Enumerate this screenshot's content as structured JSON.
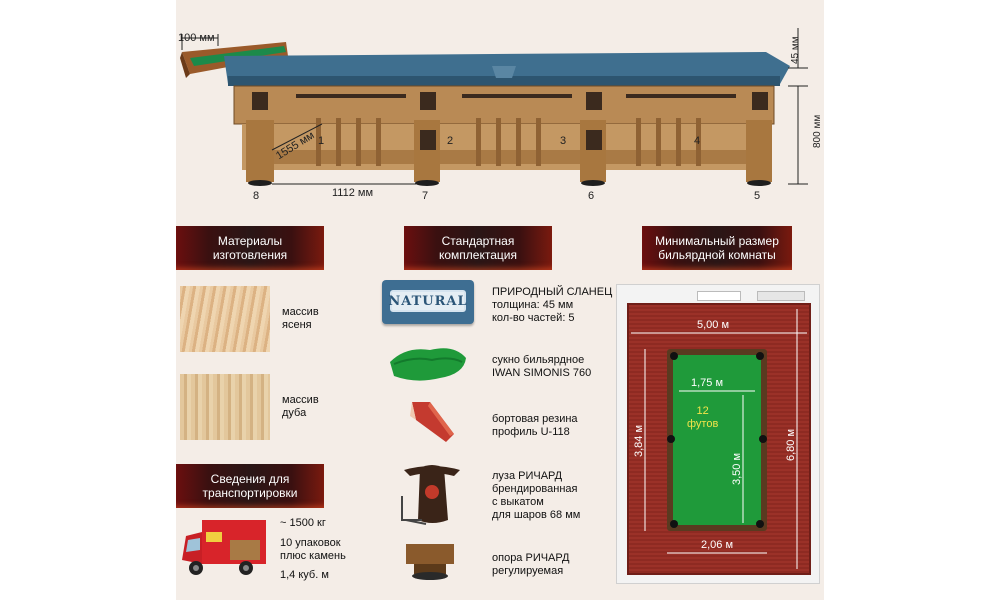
{
  "table": {
    "cushion_width": "100 мм",
    "slate_thickness": "45 мм",
    "height": "800 мм",
    "depth_dim": "1555 мм",
    "span_dim": "1112 мм",
    "legs_top": [
      "1",
      "2",
      "3",
      "4"
    ],
    "legs_bottom": [
      "8",
      "7",
      "6",
      "5"
    ]
  },
  "materials": {
    "title": "Материалы\nизготовления",
    "items": [
      {
        "label": "массив\nясеня"
      },
      {
        "label": "массив\nдуба"
      }
    ]
  },
  "transport": {
    "title": "Сведения для\nтранспортировки",
    "weight": "~ 1500 кг",
    "packages": "10 упаковок\nплюс камень",
    "volume": "1,4 куб. м"
  },
  "kit": {
    "title": "Стандартная\nкомплектация",
    "natural_badge": "NATURAL",
    "items": [
      {
        "text": "ПРИРОДНЫЙ СЛАНЕЦ\nтолщина: 45 мм\nкол-во частей: 5"
      },
      {
        "text": "сукно бильярдное\nIWAN SIMONIS 760"
      },
      {
        "text": "бортовая резина\nпрофиль U-118"
      },
      {
        "text": "луза РИЧАРД\nбрендированная\nс выкатом\nдля шаров 68 мм"
      },
      {
        "text": "опора РИЧАРД\nрегулируемая"
      }
    ]
  },
  "room": {
    "title": "Минимальный размер\nбильярдной комнаты",
    "width": "5,00 м",
    "length": "6,80 м",
    "table_width": "1,75 м",
    "table_length": "3,50 м",
    "outer_length": "3,84 м",
    "outer_width": "2,06 м",
    "size": "12\nфутов"
  },
  "colors": {
    "banner": "#3a1010",
    "cloth": "#1f9a3a",
    "carpet": "#8e2a22",
    "slate": "#3f6f8f",
    "wood": "#b98a55"
  }
}
